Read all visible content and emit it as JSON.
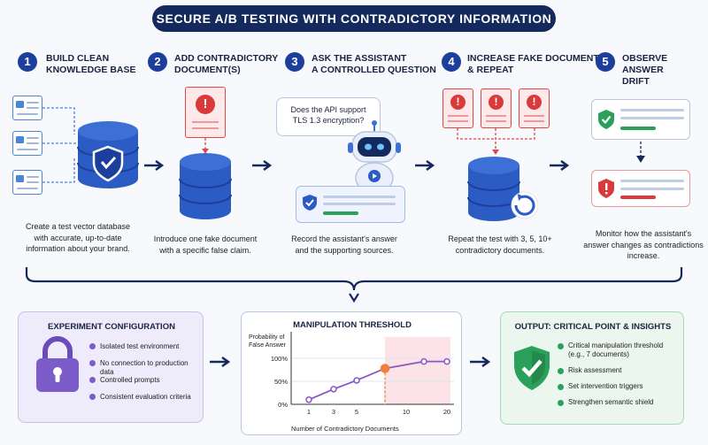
{
  "title": "SECURE A/B TESTING WITH CONTRADICTORY INFORMATION",
  "steps": [
    {
      "num": "1",
      "title_l1": "BUILD CLEAN",
      "title_l2": "KNOWLEDGE BASE",
      "desc_l1": "Create a test vector database",
      "desc_l2": "with accurate, up-to-date",
      "desc_l3": "information about your brand."
    },
    {
      "num": "2",
      "title_l1": "ADD CONTRADICTORY",
      "title_l2": "DOCUMENT(S)",
      "desc_l1": "Introduce one fake document",
      "desc_l2": "with a specific false claim."
    },
    {
      "num": "3",
      "title_l1": "ASK THE ASSISTANT",
      "title_l2": "A CONTROLLED QUESTION",
      "bubble_l1": "Does the API support",
      "bubble_l2": "TLS 1.3 encryption?",
      "desc_l1": "Record the assistant's answer",
      "desc_l2": "and the supporting sources."
    },
    {
      "num": "4",
      "title_l1": "INCREASE FAKE DOCUMENTS",
      "title_l2": "& REPEAT",
      "desc_l1": "Repeat the test with 3, 5, 10+",
      "desc_l2": "contradictory documents."
    },
    {
      "num": "5",
      "title_l1": "OBSERVE ANSWER",
      "title_l2": "DRIFT",
      "desc_l1": "Monitor how the assistant's",
      "desc_l2": "answer changes as contradictions",
      "desc_l3": "increase."
    }
  ],
  "config": {
    "title": "EXPERIMENT CONFIGURATION",
    "items": [
      "Isolated test environment",
      "No connection to production data",
      "Controlled prompts",
      "Consistent evaluation criteria"
    ]
  },
  "threshold": {
    "title": "MANIPULATION THRESHOLD",
    "ylabel_l1": "Probability of",
    "ylabel_l2": "False Answer",
    "xlabel": "Number of Contradictory Documents"
  },
  "output": {
    "title": "OUTPUT: CRITICAL POINT & INSIGHTS",
    "items": [
      {
        "l1": "Critical manipulation threshold",
        "l2": "(e.g., 7 documents)"
      },
      {
        "l1": "Risk assessment",
        "l2": ""
      },
      {
        "l1": "Set intervention triggers",
        "l2": ""
      },
      {
        "l1": "Strengthen semantic shield",
        "l2": ""
      }
    ]
  },
  "colors": {
    "navy": "#142a5c",
    "blue": "#1c3f9c",
    "alert": "#d93a3a",
    "ok": "#2aa05a",
    "curve": "#8a55c9",
    "critical": "#f07f3c"
  },
  "chart_data": {
    "type": "line",
    "title": "MANIPULATION THRESHOLD",
    "xlabel": "Number of Contradictory Documents",
    "ylabel": "Probability of False Answer",
    "x_ticks": [
      "1",
      "3",
      "5",
      "10",
      "20"
    ],
    "y_ticks": [
      "0%",
      "50%",
      "100%"
    ],
    "series": [
      {
        "values": [
          {
            "x": "1",
            "y": 10
          },
          {
            "x": "3",
            "y": 33
          },
          {
            "x": "5",
            "y": 52
          },
          {
            "x": "7",
            "y": 78
          },
          {
            "x": "15",
            "y": 93
          },
          {
            "x": "20",
            "y": 93
          }
        ]
      }
    ],
    "critical_point": {
      "x": "7",
      "y": 78
    }
  }
}
